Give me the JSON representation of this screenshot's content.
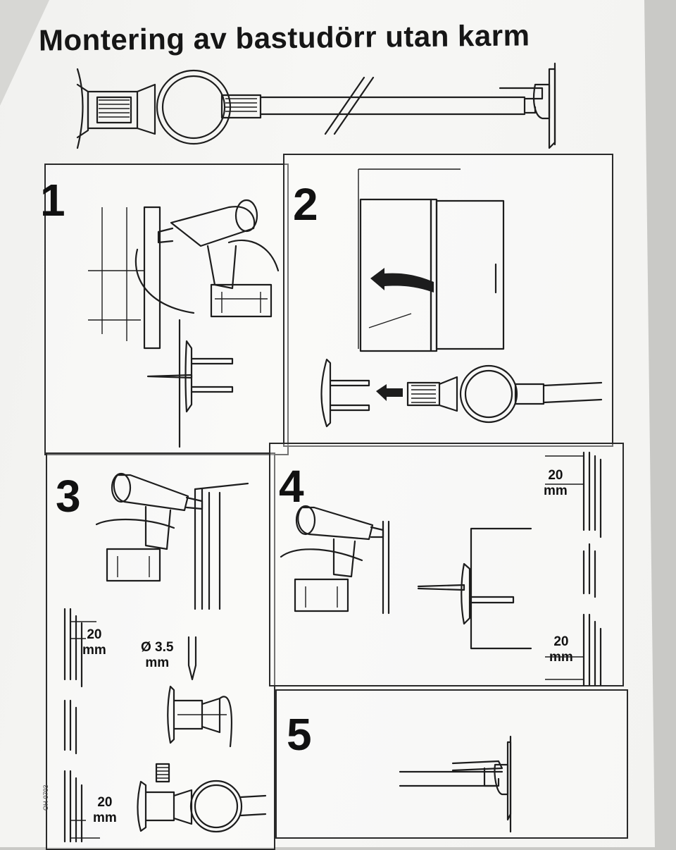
{
  "document": {
    "title": "Montering av bastudörr utan karm",
    "code": "OH-0703"
  },
  "steps": [
    {
      "number": "1"
    },
    {
      "number": "2"
    },
    {
      "number": "3",
      "measure_top": "20\nmm",
      "drill_size": "Ø 3.5\nmm",
      "measure_bottom": "20\nmm"
    },
    {
      "number": "4",
      "measure_top": "20\nmm",
      "measure_bottom": "20\nmm"
    },
    {
      "number": "5"
    }
  ],
  "icons": {
    "drill": "drill-icon",
    "arrow": "arrow-left-icon",
    "profile": "door-profile-icon"
  }
}
